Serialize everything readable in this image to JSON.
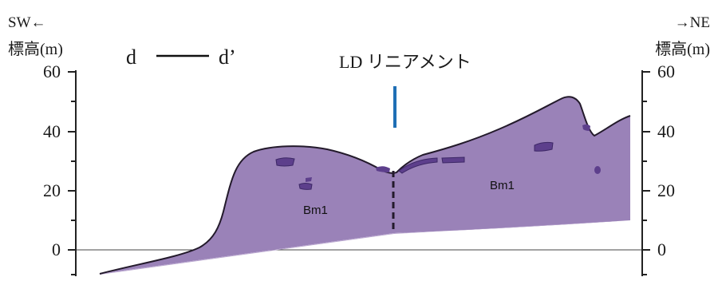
{
  "section": {
    "left_direction": "SW←",
    "right_direction": "→NE",
    "left_axis_label": "標高(m)",
    "right_axis_label": "標高(m)",
    "section_start": "d",
    "section_end": "d’",
    "lineament_label": "LD リニアメント",
    "tick_labels": [
      "60",
      "40",
      "20",
      "0"
    ],
    "unit_labels": [
      "Bm1",
      "Bm1"
    ]
  },
  "colors": {
    "fill": "#9a82b8",
    "lens": "#5d3f8c",
    "outline": "#231a2b",
    "lineament": "#1f6fb5",
    "axis": "#222222"
  }
}
